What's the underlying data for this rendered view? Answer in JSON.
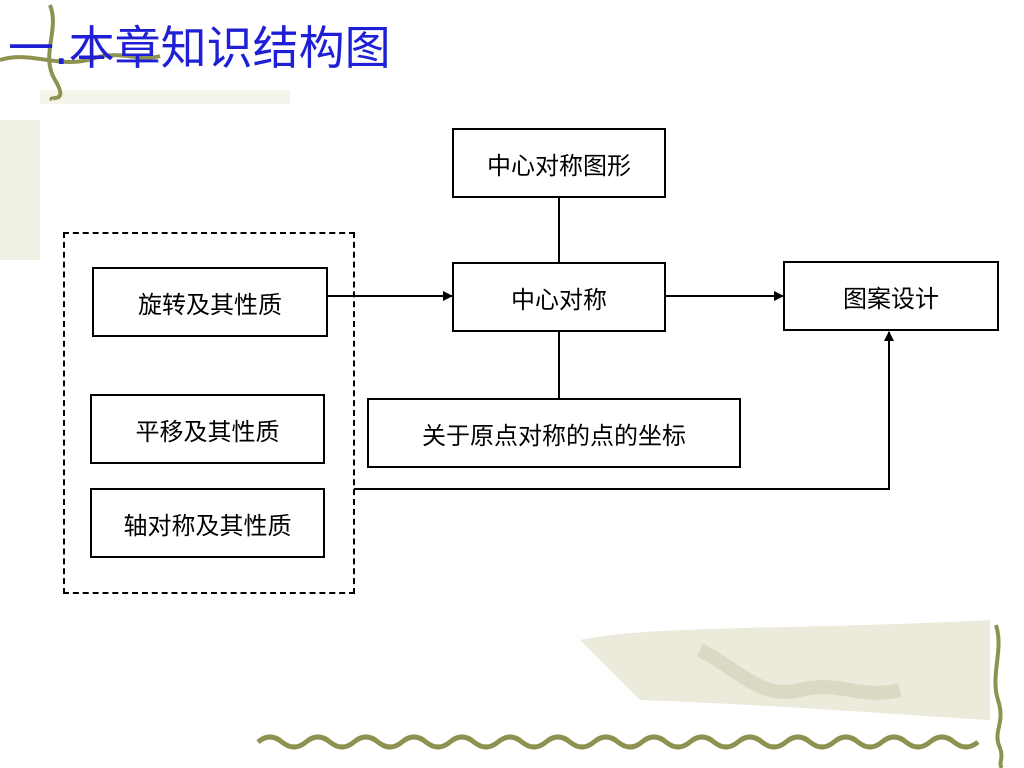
{
  "slide": {
    "title": "一.本章知识结构图"
  },
  "diagram": {
    "nodes": {
      "center_symmetric_figure": "中心对称图形",
      "rotation_properties": "旋转及其性质",
      "central_symmetry": "中心对称",
      "pattern_design": "图案设计",
      "translation_properties": "平移及其性质",
      "origin_symmetric_coordinates": "关于原点对称的点的坐标",
      "axial_symmetry_properties": "轴对称及其性质"
    }
  },
  "colors": {
    "title": "#1f1fd6",
    "lines": "#000000",
    "decoration": "#8e9250",
    "decoration_light": "#e4e3cf"
  }
}
